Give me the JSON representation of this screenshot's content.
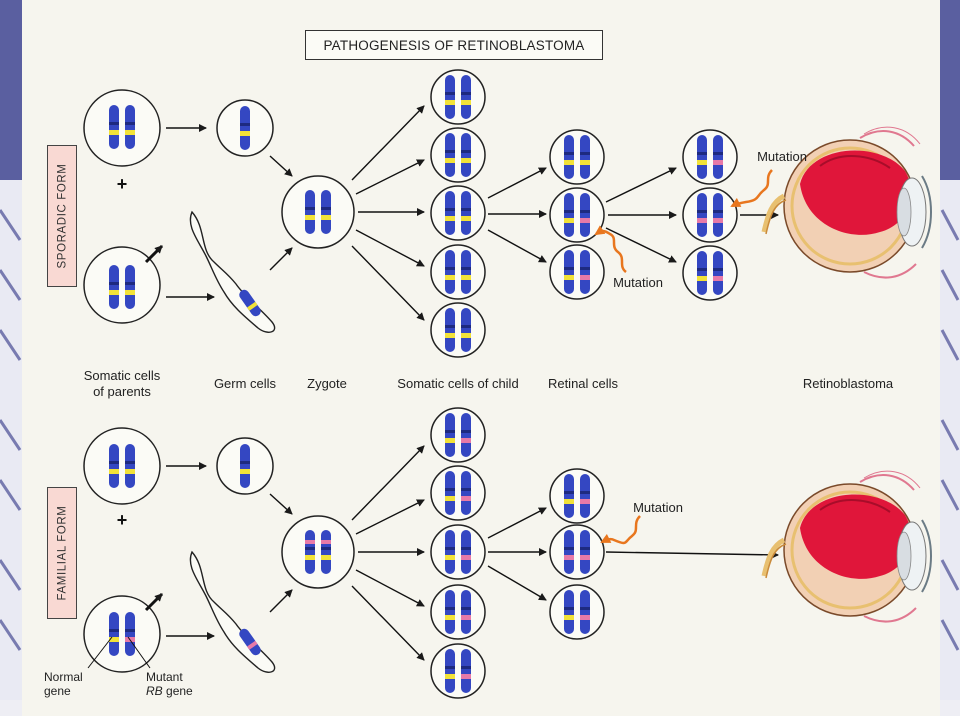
{
  "title": "PATHOGENESIS OF RETINOBLASTOMA",
  "sections": {
    "sporadic": "SPORADIC FORM",
    "familial": "FAMILIAL FORM"
  },
  "stages": {
    "somatic_parents": "Somatic cells of parents",
    "germ": "Germ cells",
    "zygote": "Zygote",
    "somatic_child": "Somatic cells of child",
    "retinal": "Retinal cells",
    "retinoblastoma": "Retinoblastoma"
  },
  "annotations": {
    "mutation": "Mutation",
    "normal_gene": "Normal gene",
    "mutant_gene_prefix": "Mutant",
    "mutant_gene_italic": "RB",
    "mutant_gene_suffix": "gene"
  },
  "colors": {
    "chromosome": "#3447c2",
    "normal_band": "#f2e238",
    "mutant_band": "#e77aa8",
    "tumor": "#e0163a",
    "sclera": "#f2d0b4",
    "pink_label": "#f9d9d3",
    "mutation_arrow": "#e8761e"
  }
}
